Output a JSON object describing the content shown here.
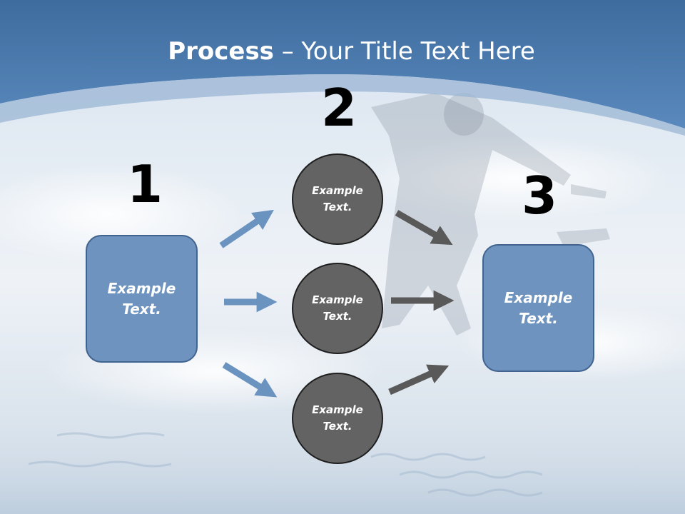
{
  "slide": {
    "title_bold": "Process",
    "title_rest": " – Your Title Text Here"
  },
  "steps": {
    "num1": "1",
    "num2": "2",
    "num3": "3"
  },
  "boxes": {
    "left": "Example\nText.",
    "right": "Example\nText."
  },
  "circles": [
    "Example\nText.",
    "Example\nText.",
    "Example\nText."
  ],
  "colors": {
    "header_blue": "#4f7fb3",
    "box_fill": "#6d93be",
    "circle_fill": "#636363",
    "blue_arrow": "#6b93c0",
    "dark_arrow": "#595959"
  }
}
